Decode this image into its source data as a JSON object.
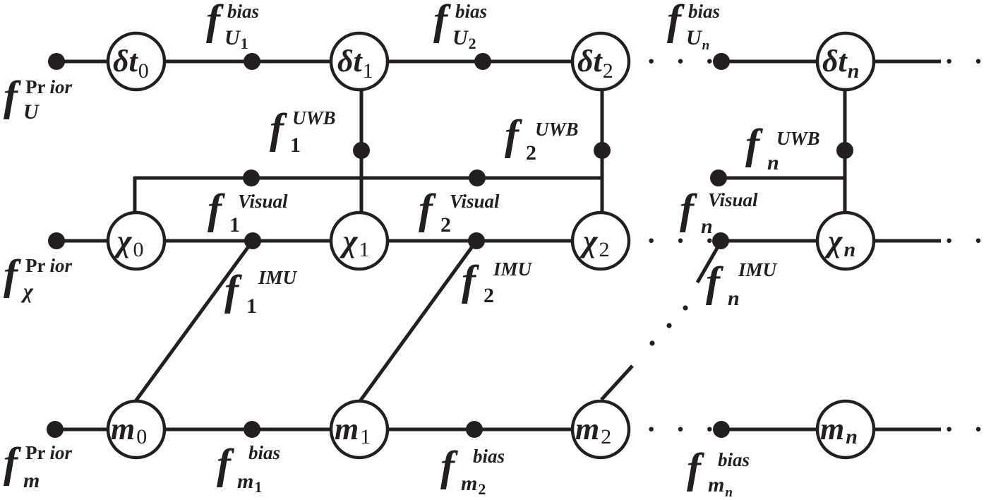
{
  "factor_symbol": "f",
  "nodes": {
    "dt0": {
      "main": "δt",
      "sub": "0"
    },
    "dt1": {
      "main": "δt",
      "sub": "1"
    },
    "dt2": {
      "main": "δt",
      "sub": "2"
    },
    "dtn": {
      "main": "δt",
      "sub": "n"
    },
    "x0": {
      "main": "χ",
      "sub": "0"
    },
    "x1": {
      "main": "χ",
      "sub": "1"
    },
    "x2": {
      "main": "χ",
      "sub": "2"
    },
    "xn": {
      "main": "χ",
      "sub": "n"
    },
    "m0": {
      "main": "m",
      "sub": "0"
    },
    "m1": {
      "main": "m",
      "sub": "1"
    },
    "m2": {
      "main": "m",
      "sub": "2"
    },
    "mn": {
      "main": "m",
      "sub": "n"
    }
  },
  "factors": {
    "prior_u": {
      "sup_a": "Pr",
      "sup_b": "ior",
      "sub": "U"
    },
    "prior_x": {
      "sup_a": "Pr",
      "sup_b": "ior",
      "sub": "χ"
    },
    "prior_m": {
      "sup_a": "Pr",
      "sup_b": "ior",
      "sub": "m"
    },
    "bias_u1": {
      "sup": "bias",
      "sub": "U",
      "subsub": "1"
    },
    "bias_u2": {
      "sup": "bias",
      "sub": "U",
      "subsub": "2"
    },
    "bias_un": {
      "sup": "bias",
      "sub": "U",
      "subsub": "n"
    },
    "uwb_1": {
      "sup": "UWB",
      "sub": "1"
    },
    "uwb_2": {
      "sup": "UWB",
      "sub": "2"
    },
    "uwb_n": {
      "sup": "UWB",
      "sub": "n"
    },
    "visual_1": {
      "sup": "Visual",
      "sub": "1"
    },
    "visual_2": {
      "sup": "Visual",
      "sub": "2"
    },
    "visual_n": {
      "sup": "Visual",
      "sub": "n"
    },
    "imu_1": {
      "sup": "IMU",
      "sub": "1"
    },
    "imu_2": {
      "sup": "IMU",
      "sub": "2"
    },
    "imu_n": {
      "sup": "IMU",
      "sub": "n"
    },
    "bias_m1": {
      "sup": "bias",
      "sub": "m",
      "subsub": "1"
    },
    "bias_m2": {
      "sup": "bias",
      "sub": "m",
      "subsub": "2"
    },
    "bias_mn": {
      "sup": "bias",
      "sub": "m",
      "subsub": "n"
    }
  },
  "ellipsis": "· · ·"
}
